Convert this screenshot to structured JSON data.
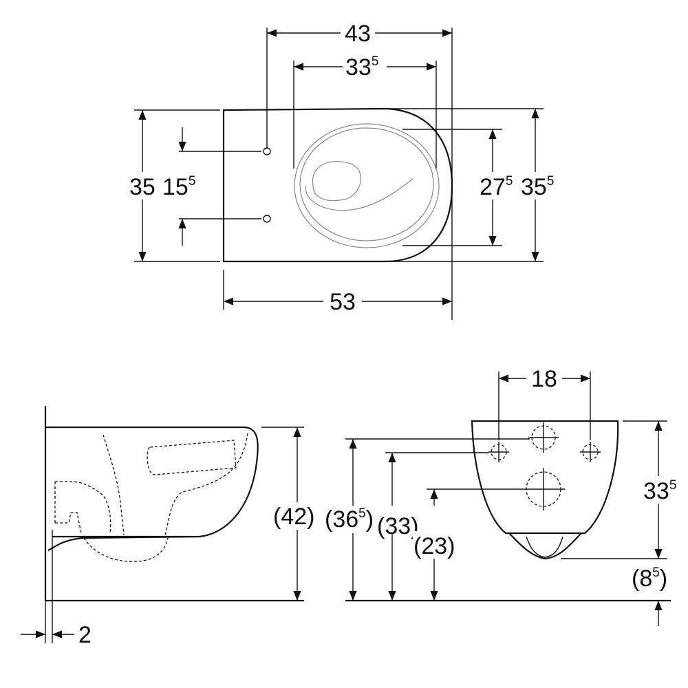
{
  "top_view": {
    "width_outer": {
      "main": "43",
      "sup": ""
    },
    "width_bowl": {
      "main": "33",
      "sup": "5"
    },
    "depth_left": {
      "main": "35",
      "sup": ""
    },
    "fixing_spacing": {
      "main": "15",
      "sup": "5"
    },
    "bowl_depth": {
      "main": "27",
      "sup": "5"
    },
    "depth_right": {
      "main": "35",
      "sup": "5"
    },
    "length": {
      "main": "53",
      "sup": ""
    }
  },
  "side_view": {
    "height": {
      "main": "(42)",
      "sup": ""
    },
    "wall_gap": {
      "main": "2",
      "sup": ""
    }
  },
  "front_view": {
    "fixing_width": {
      "main": "18",
      "sup": ""
    },
    "height_top": {
      "main": "(36",
      "sup": "5",
      "close": ")"
    },
    "height_upper_fix": {
      "main": "(33)",
      "sup": ""
    },
    "height_drain": {
      "main": "(23)",
      "sup": ""
    },
    "body_height": {
      "main": "33",
      "sup": "5"
    },
    "floor_gap": {
      "main": "(8",
      "sup": "5",
      "close": ")"
    }
  }
}
